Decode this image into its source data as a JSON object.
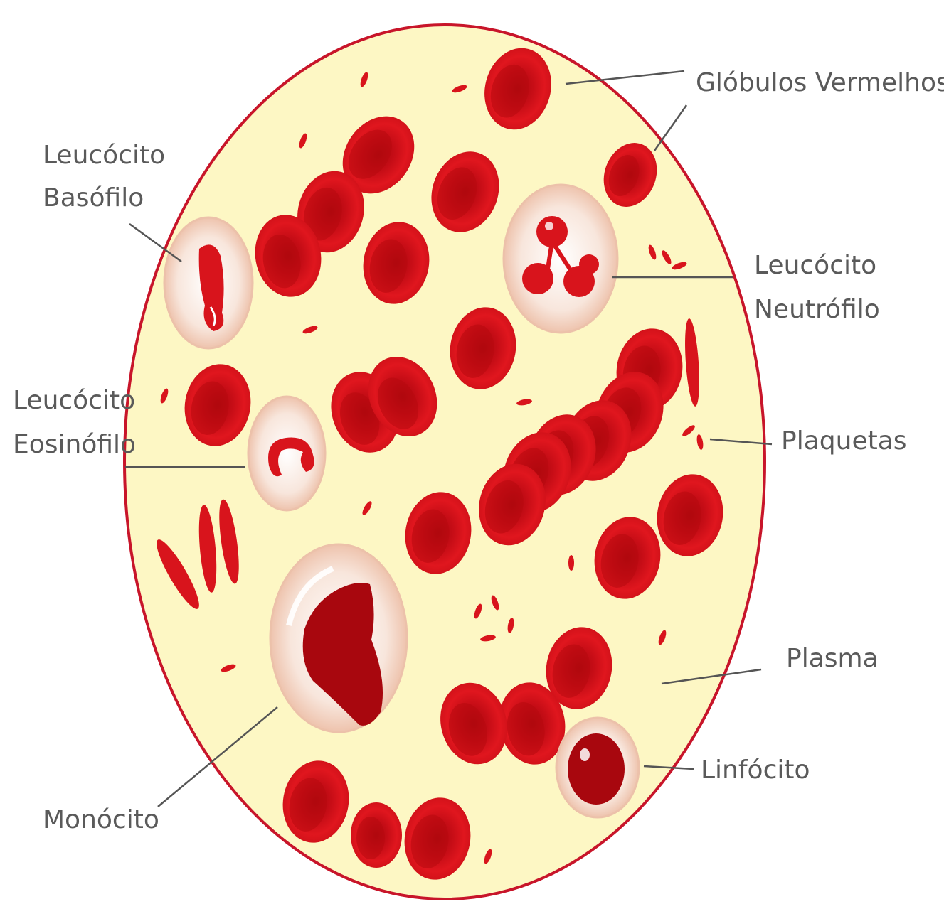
{
  "labels": {
    "globulos_vermelhos": "Glóbulos Vermelhos",
    "leucocito_basofilo_1": "Leucócito",
    "leucocito_basofilo_2": "Basófilo",
    "leucocito_neutrofilo_1": "Leucócito",
    "leucocito_neutrofilo_2": "Neutrófilo",
    "leucocito_eosinofilo_1": "Leucócito",
    "leucocito_eosinofilo_2": "Eosinófilo",
    "plaquetas": "Plaquetas",
    "plasma": "Plasma",
    "linfocito": "Linfócito",
    "monocito": "Monócito"
  },
  "colors": {
    "plasma": "#fdf7c4",
    "circle_border": "#c8152a",
    "red_cell": "#d8141c",
    "red_cell_inner": "#b3080f",
    "white_cell": "#f6ddd0",
    "nucleus_dark": "#a8070e",
    "label_text": "#5a5a5a"
  }
}
